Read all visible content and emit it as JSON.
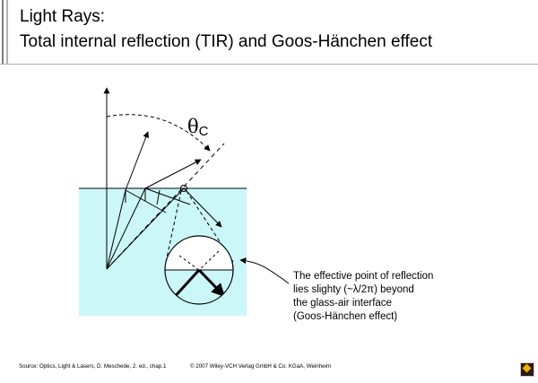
{
  "slide": {
    "title_line1": "Light Rays:",
    "title_line2": "Total internal reflection (TIR) and Goos-Hänchen effect"
  },
  "diagram": {
    "angle_label": "θ",
    "angle_subscript": "C",
    "caption": "The effective point of reflection\nlies slighty (~λ/2π) beyond\nthe glass-air interface\n(Goos-Hänchen effect)",
    "glass_color": "#ccf7f9",
    "line_color": "#000000"
  },
  "footer": {
    "source": "Source: Optics, Light & Lasers, D. Meschede, 2. ed., chap.1",
    "copyright": "© 2007 Wiley-VCH Verlag GmbH & Co. KGaA, Weinheim"
  },
  "logo": {
    "icon": "wiley-logo-icon"
  }
}
